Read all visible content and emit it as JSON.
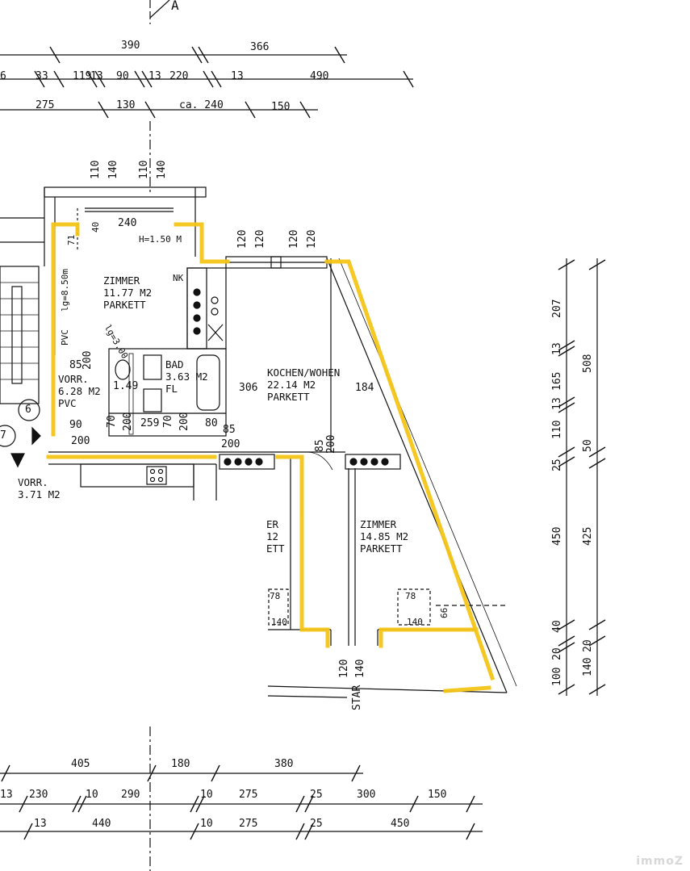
{
  "section_marker": "A",
  "top_dims": {
    "row1": [
      "390",
      "366"
    ],
    "row2": [
      "6",
      "33",
      "119",
      "13",
      "90",
      "13",
      "220",
      "13",
      "490"
    ],
    "row3": [
      "275",
      "130",
      "ca. 240",
      "150"
    ]
  },
  "wall_dims": {
    "a": "110",
    "b": "140",
    "c": "110",
    "d": "140",
    "e": "120",
    "f": "120",
    "g": "120",
    "h": "120"
  },
  "rooms": {
    "zimmer1": {
      "name": "ZIMMER",
      "area": "11.77 M2",
      "floor": "PARKETT"
    },
    "bad": {
      "name": "BAD",
      "area": "3.63 M2",
      "floor": "FL"
    },
    "vorr1": {
      "name": "VORR.",
      "area": "6.28 M2",
      "floor": "PVC"
    },
    "kochen": {
      "name": "KOCHEN/WOHEN",
      "area": "22.14 M2",
      "floor": "PARKETT"
    },
    "zimmer2": {
      "name": "ZIMMER",
      "area": "14.85 M2",
      "floor": "PARKETT"
    },
    "zimmer3": {
      "name": "ER",
      "area": "12",
      "floor": "ETT"
    },
    "vorr2": {
      "name": "VORR.",
      "area": "3.71 M2"
    }
  },
  "notes": {
    "h150": "H=1.50 M",
    "lg": "lg=3.00",
    "lg2": "lg=8.50m",
    "pvc": "PVC",
    "nk": "NK",
    "stair": "STAR",
    "circle_num": "6",
    "circle_num2": "7"
  },
  "inner_dims": {
    "d240": "240",
    "d40": "40",
    "d71": "71",
    "d85": "85",
    "d200": "200",
    "d149": "1.49",
    "d70": "70",
    "d259": "259",
    "d80": "80",
    "d90": "90",
    "d306": "306",
    "d184": "184",
    "d85b": "85",
    "d200b": "200",
    "d78": "78",
    "d140": "140",
    "d66": "66",
    "d120": "120"
  },
  "right_dims": {
    "outer": [
      "207",
      "13",
      "165",
      "13",
      "110",
      "25",
      "450",
      "40",
      "20",
      "100"
    ],
    "inner": [
      "508",
      "50",
      "425",
      "20",
      "140"
    ]
  },
  "bottom_dims": {
    "row1": [
      "405",
      "180",
      "380"
    ],
    "row2": [
      "13",
      "230",
      "10",
      "290",
      "10",
      "275",
      "25",
      "300",
      "150"
    ],
    "row3": [
      "13",
      "440",
      "10",
      "275",
      "25",
      "450"
    ]
  },
  "watermark": "immoZ",
  "colors": {
    "highlight": "#f5c518",
    "ink": "#111111",
    "paper": "#ffffff"
  }
}
